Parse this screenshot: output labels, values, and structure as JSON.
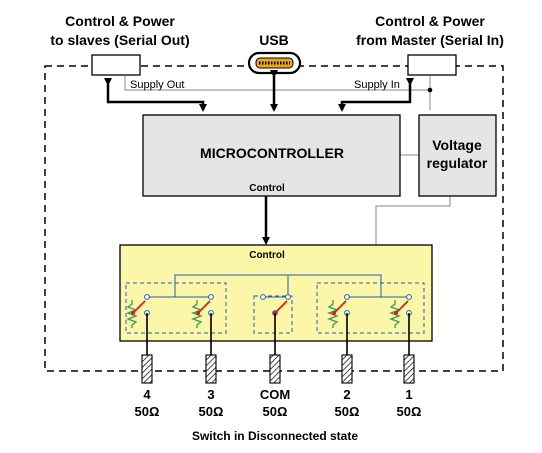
{
  "labels": {
    "serial_out_line1": "Control & Power",
    "serial_out_line2": "to slaves (Serial Out)",
    "usb": "USB",
    "serial_in_line1": "Control & Power",
    "serial_in_line2": "from Master (Serial In)",
    "supply_out": "Supply Out",
    "supply_in": "Supply In",
    "microcontroller": "MICROCONTROLLER",
    "mcu_control": "Control",
    "voltage_line1": "Voltage",
    "voltage_line2": "regulator",
    "switch_control": "Control",
    "caption": "Switch in Disconnected state"
  },
  "ports": [
    {
      "name": "4",
      "impedance": "50Ω"
    },
    {
      "name": "3",
      "impedance": "50Ω"
    },
    {
      "name": "COM",
      "impedance": "50Ω"
    },
    {
      "name": "2",
      "impedance": "50Ω"
    },
    {
      "name": "1",
      "impedance": "50Ω"
    }
  ],
  "colors": {
    "switch_fill": "#fbf6a8",
    "mcu_fill": "#e5e5e5",
    "circuit_blue": "#1f5fb4",
    "contact_red": "#e21c1c",
    "resistor_green": "#3a9a5c",
    "wire_gray": "#8a8a8a"
  }
}
